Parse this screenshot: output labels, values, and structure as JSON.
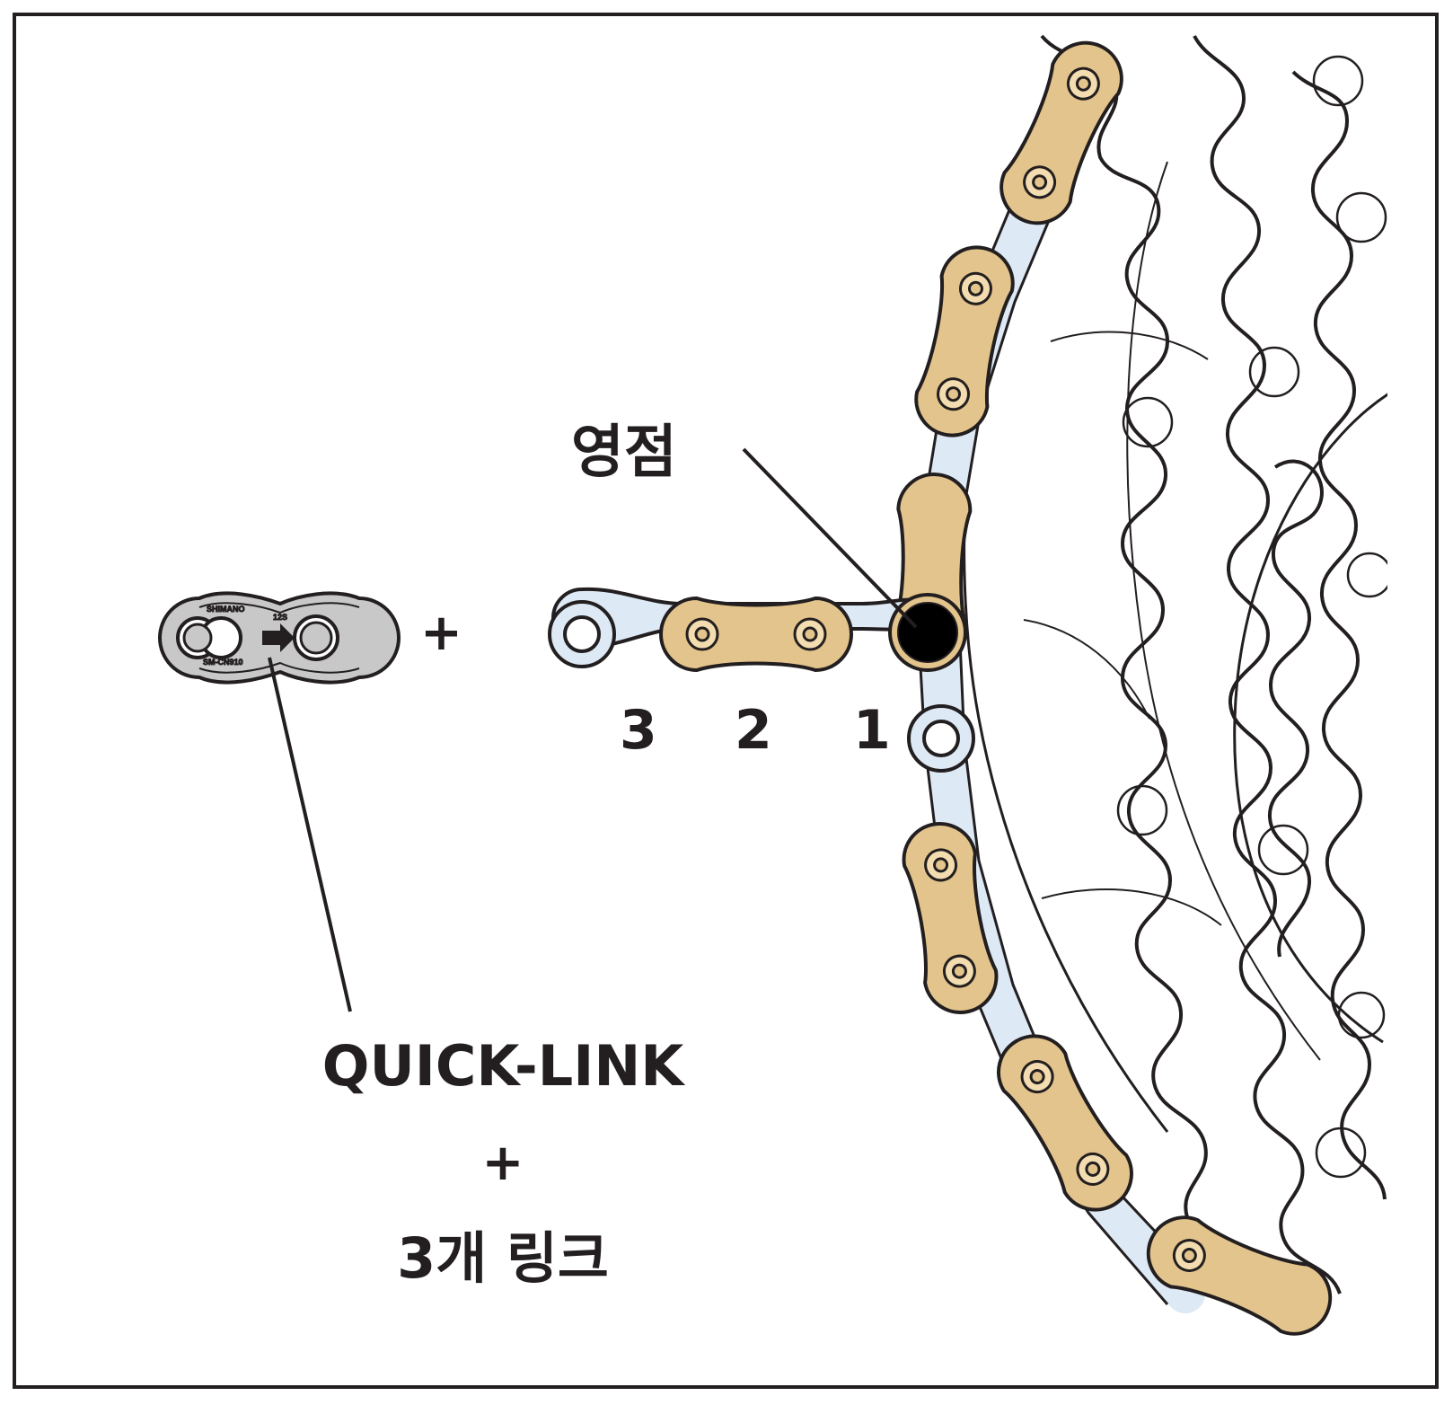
{
  "quick_link": {
    "brand": "SHIMANO",
    "speed": "12S",
    "model": "SM-CN910"
  },
  "labels": {
    "zero_point": "영점",
    "plus_middle": "+",
    "link_numbers": [
      "3",
      "2",
      "1"
    ],
    "quick_link_text": "QUICK-LINK",
    "plus_bottom": "+",
    "three_links_text": "3개 링크"
  },
  "colors": {
    "gold_link": "#e3c48c",
    "silver_link": "#dde9f4",
    "quick_link_plate": "#c8c8c8",
    "outline": "#231f20"
  }
}
